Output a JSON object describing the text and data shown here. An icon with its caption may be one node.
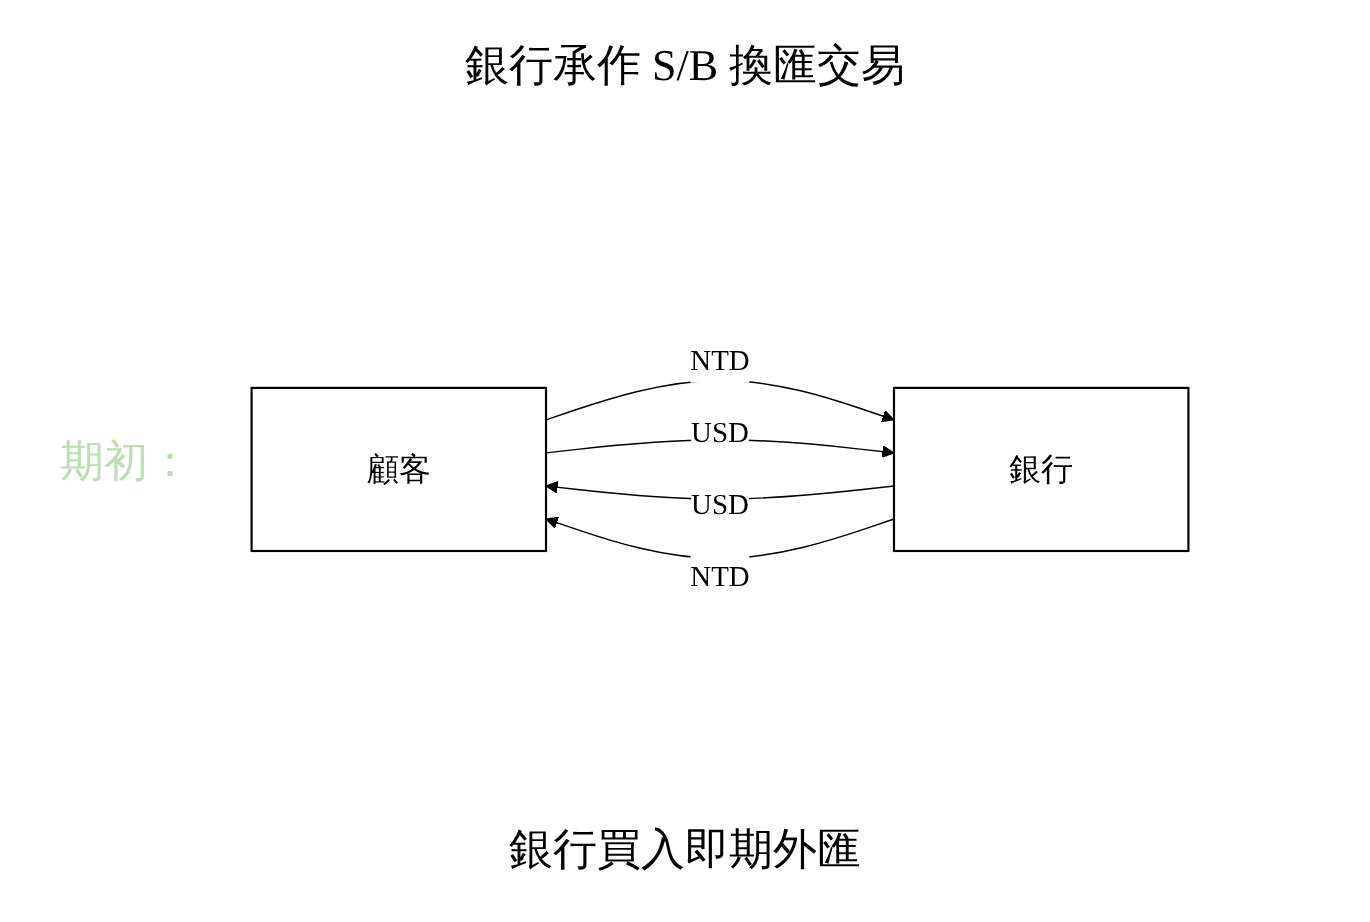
{
  "diagram": {
    "title": "銀行承作 S/B 換匯交易",
    "caption": "銀行買入即期外匯",
    "nodes": [
      {
        "text": [
          "顧客"
        ]
      },
      {
        "text": [
          "銀行"
        ]
      }
    ],
    "edges": [
      {
        "from": 1,
        "to": 0,
        "arrow": "to",
        "label": "USD"
      },
      {
        "from": 0,
        "to": 1,
        "arrow": "to",
        "label": "NTD"
      },
      {
        "from": 0,
        "to": 1,
        "arrow": "to",
        "label": "USD"
      },
      {
        "from": 1,
        "to": 0,
        "arrow": "to",
        "label": "NTD"
      }
    ],
    "labels": [
      "期初："
    ]
  }
}
